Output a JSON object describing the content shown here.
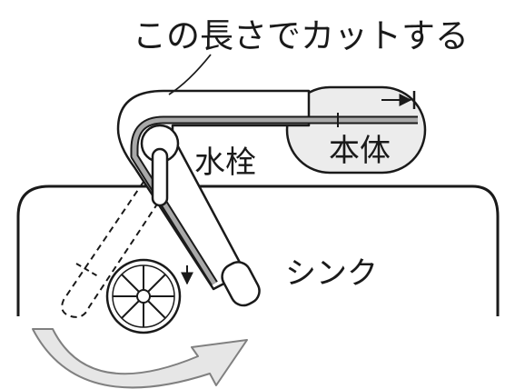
{
  "labels": {
    "cut_instruction": "この長さでカットする",
    "faucet": "水栓",
    "main_unit": "本体",
    "sink": "シンク"
  },
  "colors": {
    "stroke": "#1a1a1a",
    "hose_fill": "#a9a9a9",
    "unit_fill": "#ececec",
    "arrow_fill": "#e6e6e6",
    "arrow_stroke": "#808080",
    "background": "#ffffff"
  },
  "icons": {
    "reel": "hose-reel-icon",
    "rotation": "curved-rotation-arrow-icon",
    "dimension": "dimension-arrow-icon"
  }
}
